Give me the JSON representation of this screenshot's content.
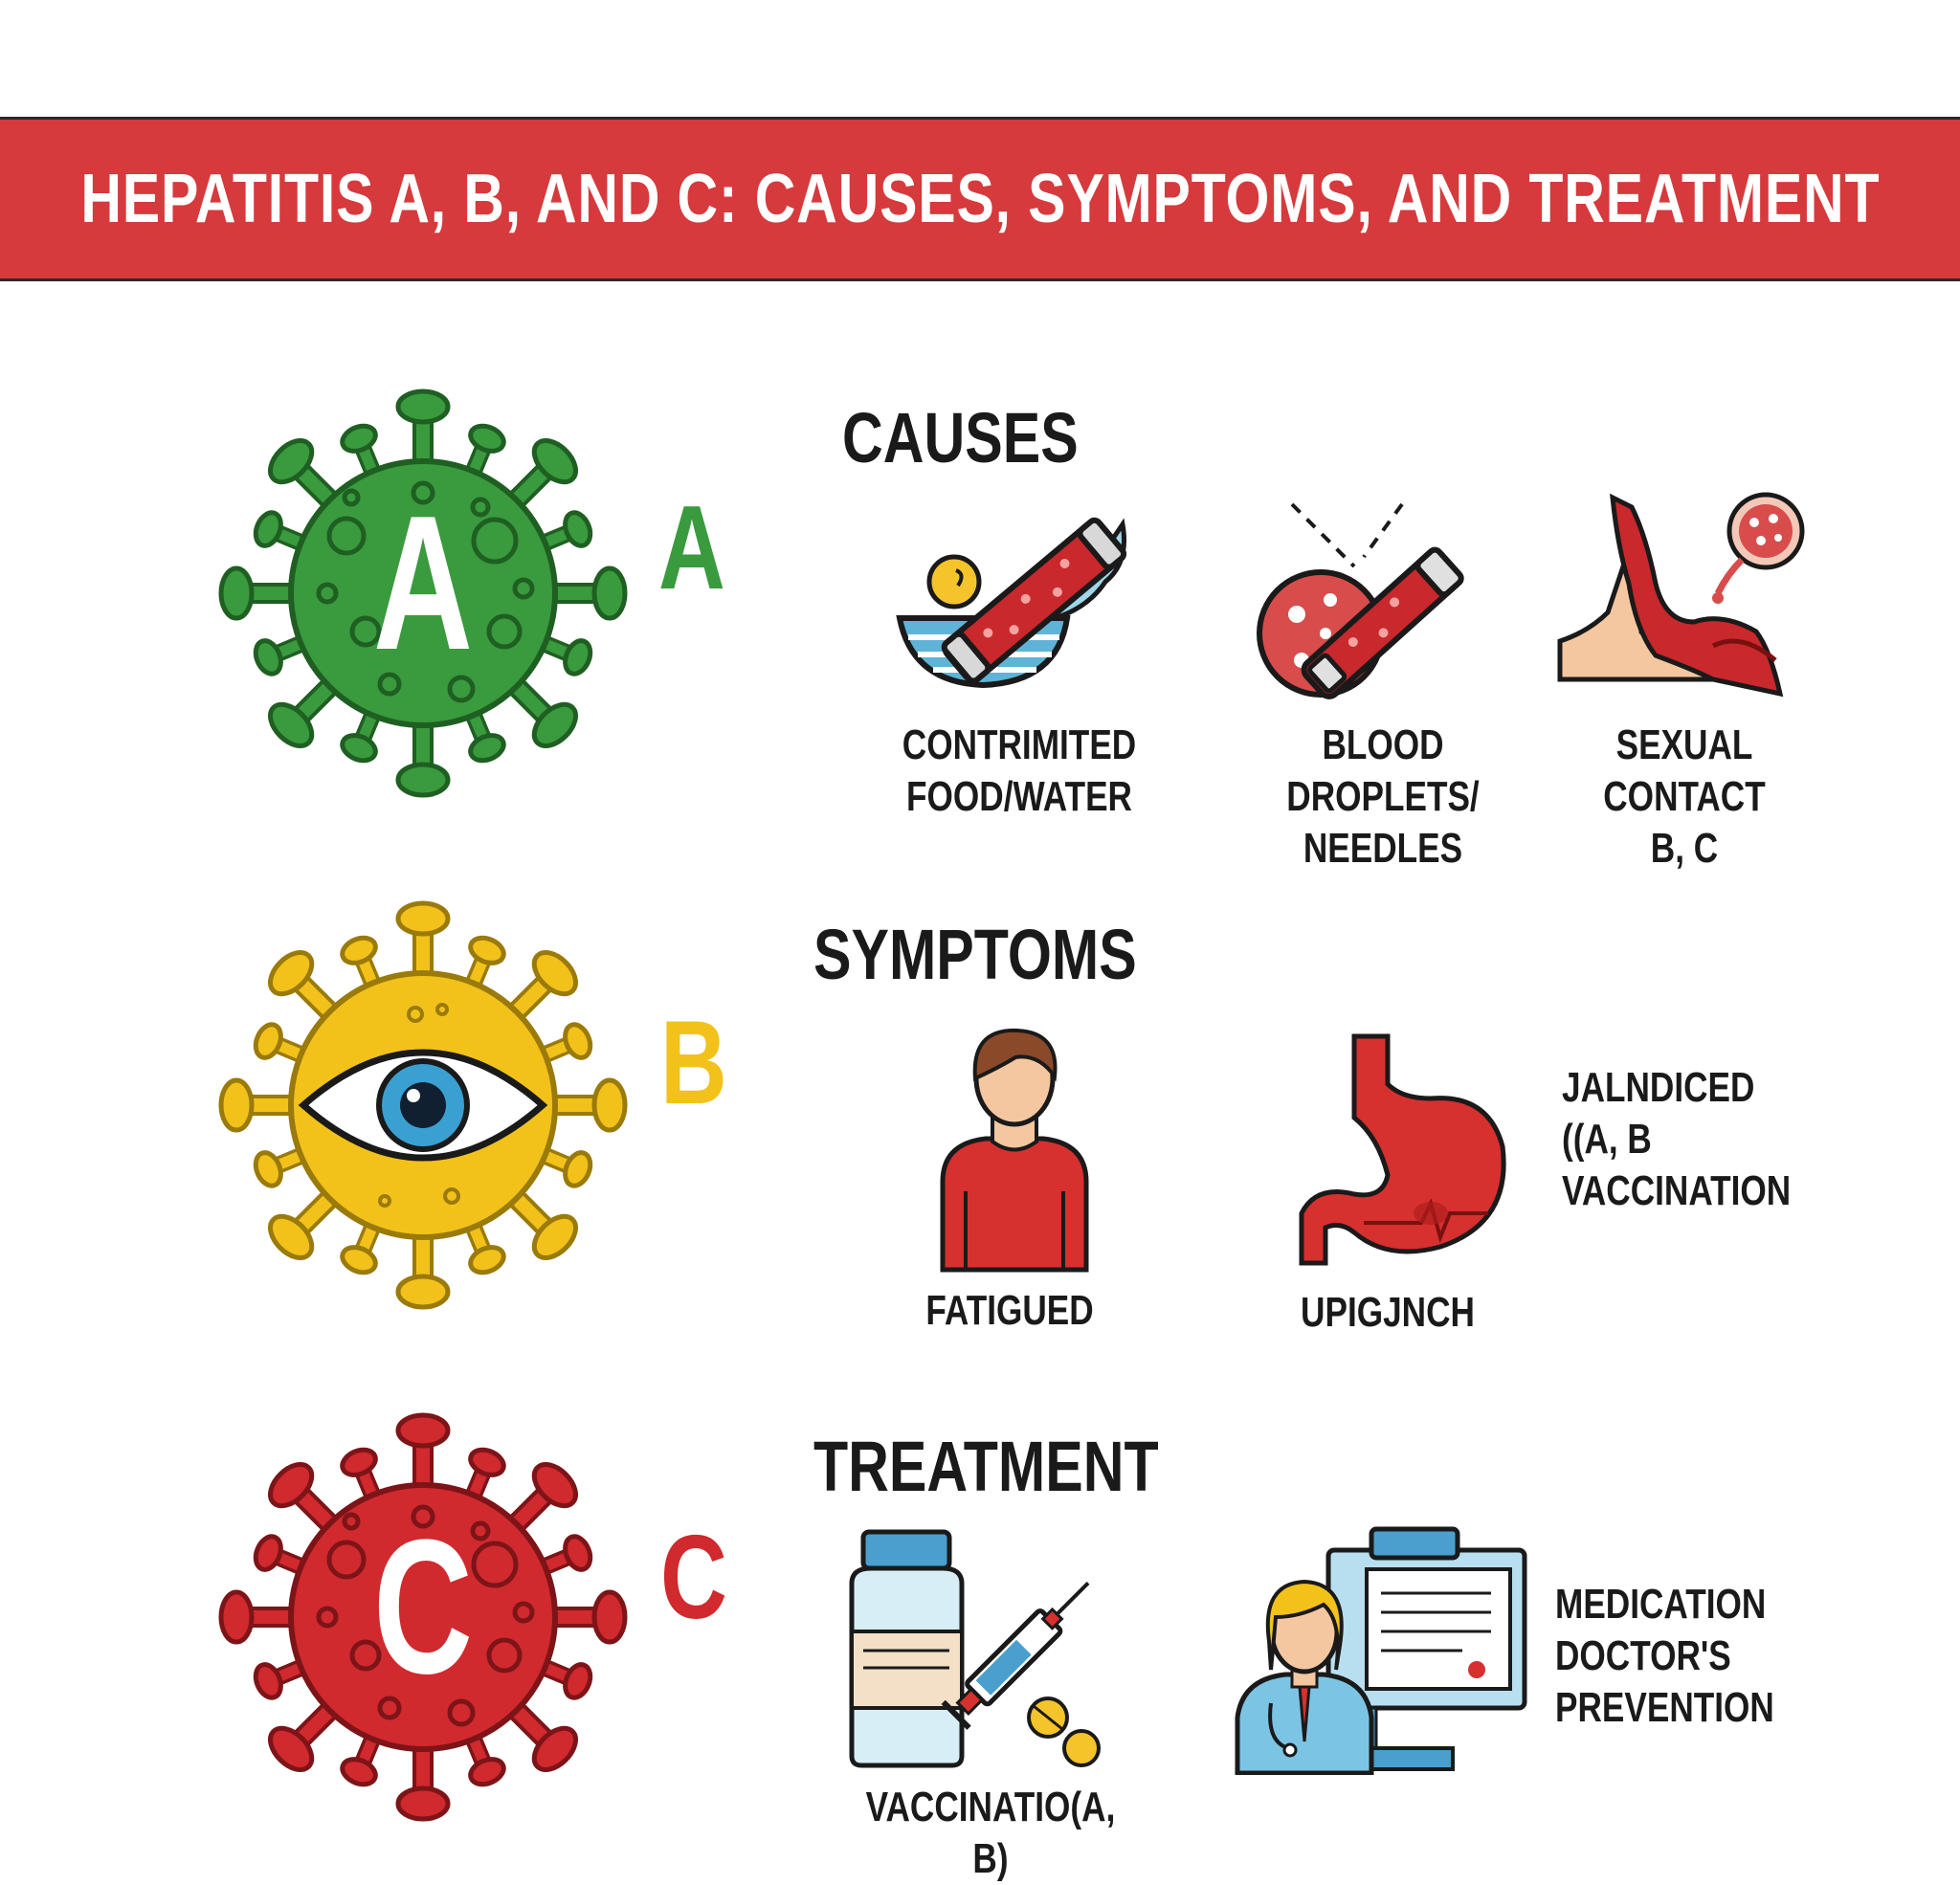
{
  "title": "HEPATITIS A, B, AND C: CAUSES, SYMPTOMS, AND TREATMENT",
  "viruses": [
    {
      "letter": "A",
      "inner_letter": "A",
      "color": "#3a9a3e",
      "stroke": "#1f5f22"
    },
    {
      "letter": "B",
      "inner_letter": "",
      "color": "#f2c21b",
      "stroke": "#9a7a0a"
    },
    {
      "letter": "C",
      "inner_letter": "C",
      "color": "#d0292e",
      "stroke": "#7d1418"
    }
  ],
  "colors": {
    "banner": "#d63a3c",
    "green": "#3a9a3e",
    "yellow": "#f2c21b",
    "red": "#d0292e",
    "skin": "#f5c7a0",
    "blue": "#4a9fcf"
  },
  "causes": {
    "heading": "CAUSES",
    "items": [
      {
        "line1": "CONTRIMITED",
        "line2": "FOOD/WATER",
        "icon": "contaminated-food-icon"
      },
      {
        "line1": "BLOOD DROPLETS/",
        "line2": "NEEDLES",
        "icon": "blood-needle-icon"
      },
      {
        "line1": "SEXUAL CONTACT",
        "line2": "B, C",
        "icon": "sexual-contact-icon"
      }
    ]
  },
  "symptoms": {
    "heading": "SYMPTOMS",
    "items": [
      {
        "label": "FATIGUED",
        "icon": "fatigued-person-icon"
      },
      {
        "label": "UPIGJNCH",
        "icon": "stomach-icon"
      }
    ],
    "side": {
      "line1": "JALNDICED",
      "line2": "((A, B",
      "line3": "VACCINATION"
    }
  },
  "treatment": {
    "heading": "TREATMENT",
    "items": [
      {
        "label": "VACCINATIO(A, B)",
        "icon": "medicine-syringe-icon"
      },
      {
        "label": "",
        "icon": "doctor-clipboard-icon"
      }
    ],
    "side": {
      "line1": "MEDICATION",
      "line2": "DOCTOR'S",
      "line3": "PREVENTION"
    }
  }
}
